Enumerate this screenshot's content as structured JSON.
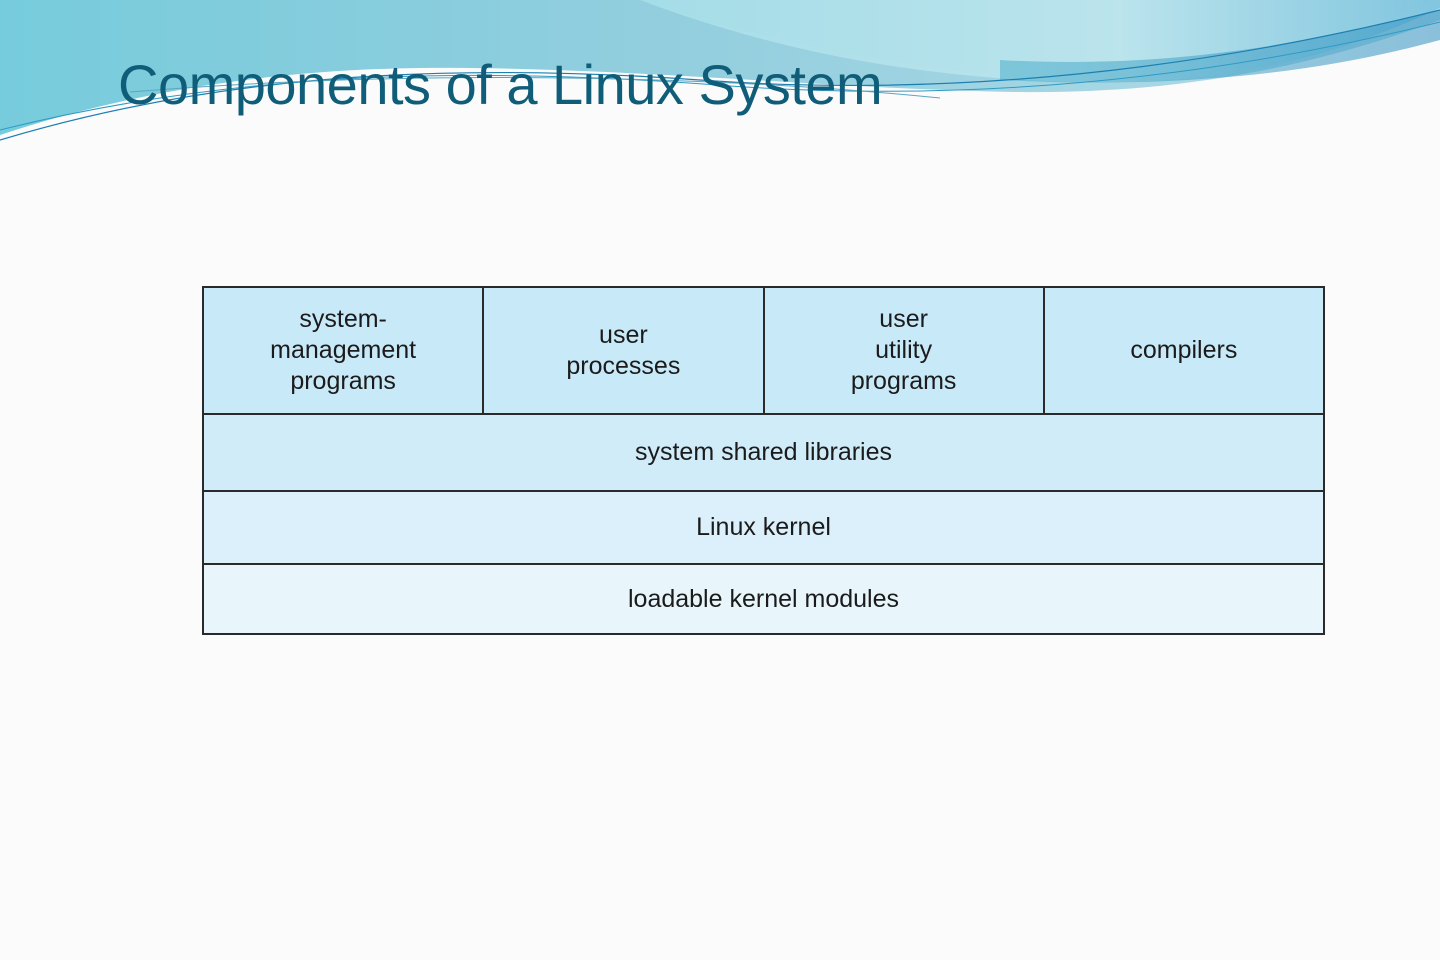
{
  "slide": {
    "title": "Components of a Linux System"
  },
  "diagram": {
    "top_row": [
      "system-\nmanagement\nprograms",
      "user\nprocesses",
      "user\nutility\nprograms",
      "compilers"
    ],
    "layers": [
      "system shared libraries",
      "Linux kernel",
      "loadable kernel modules"
    ]
  },
  "colors": {
    "title": "#0f5d78",
    "top_row_fill": "#c8e9f8",
    "libraries_fill": "#d0ecf9",
    "kernel_fill": "#dbf0fa",
    "modules_fill": "#e8f6fc",
    "border": "#2a2a2a"
  }
}
